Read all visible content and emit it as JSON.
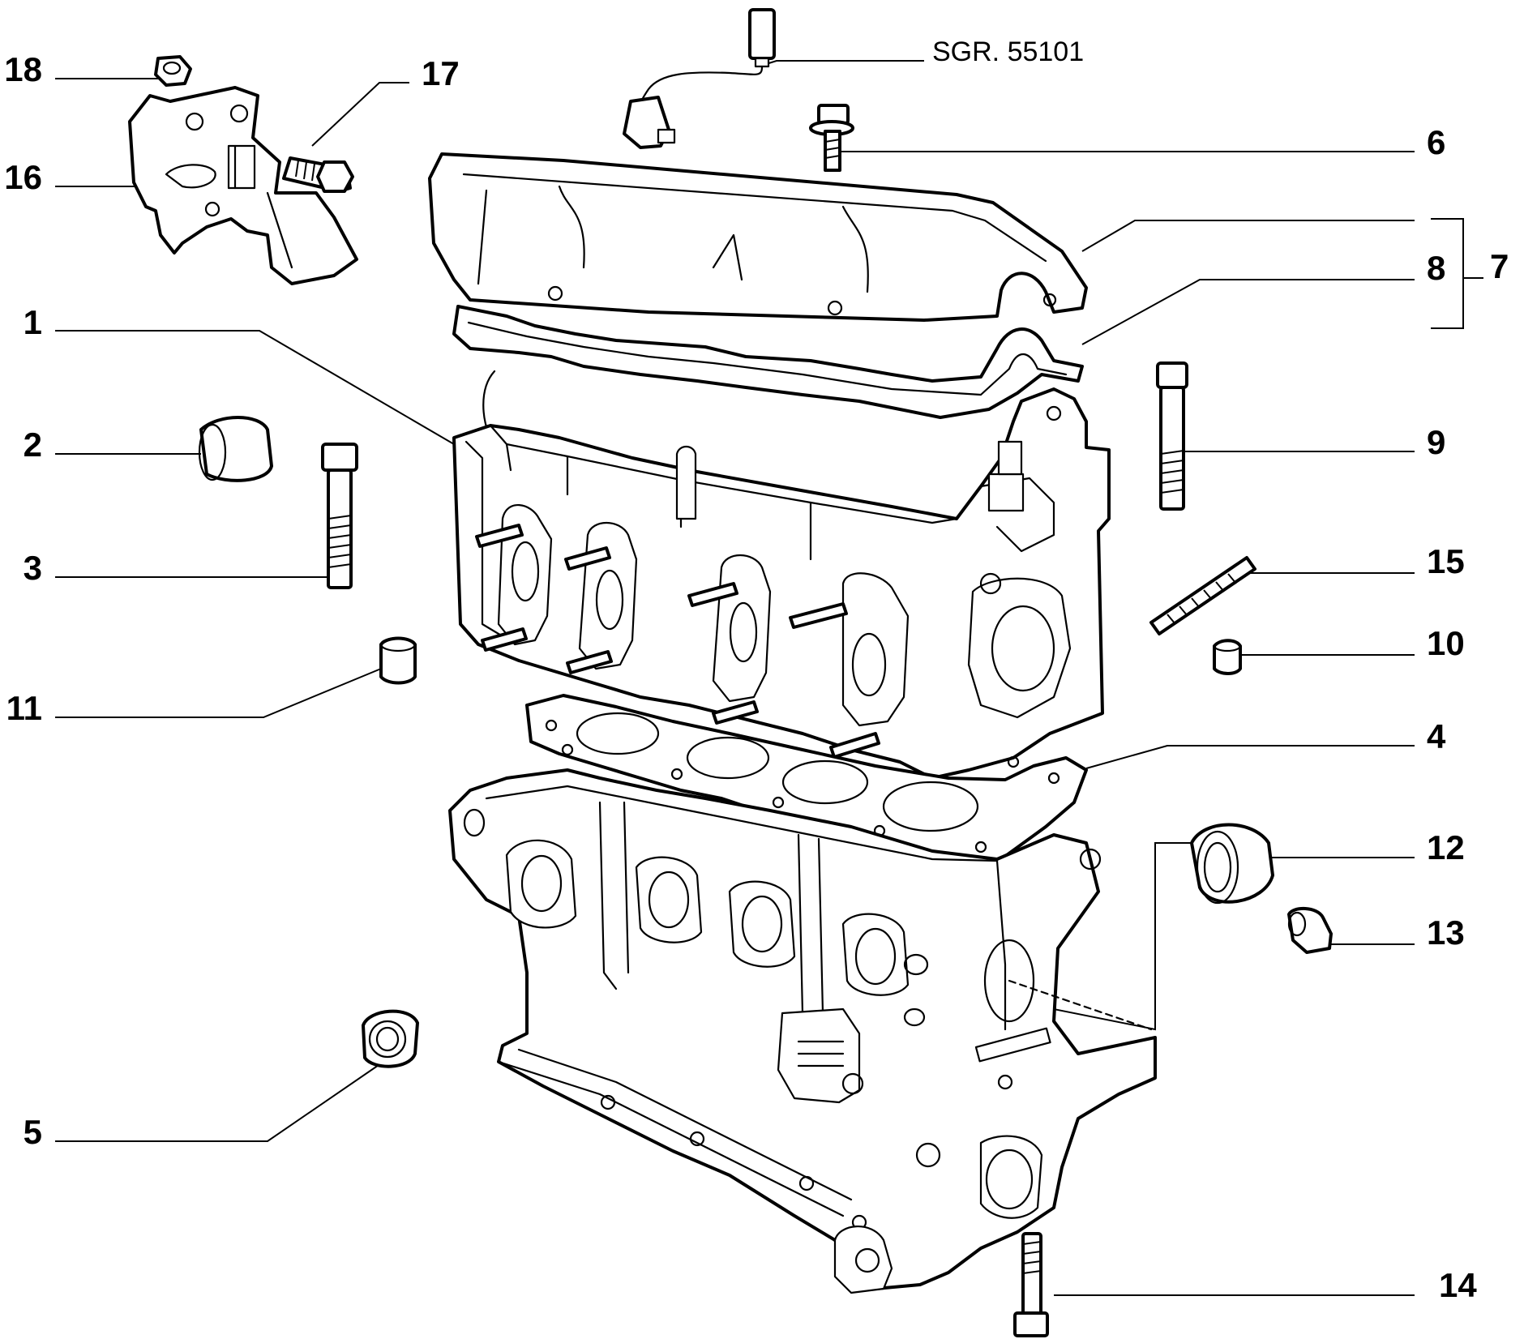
{
  "reference": "SGR. 55101",
  "labels": {
    "l1": "1",
    "l2": "2",
    "l3": "3",
    "l4": "4",
    "l5": "5",
    "l6": "6",
    "l7": "7",
    "l8": "8",
    "l9": "9",
    "l10": "10",
    "l11": "11",
    "l12": "12",
    "l13": "13",
    "l14": "14",
    "l15": "15",
    "l16": "16",
    "l17": "17",
    "l18": "18"
  }
}
